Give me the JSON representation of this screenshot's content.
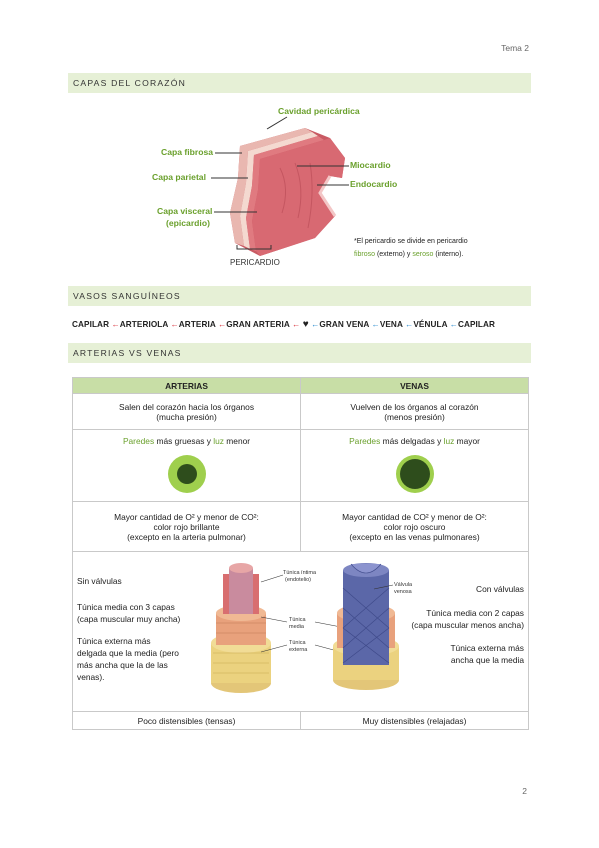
{
  "header": {
    "topic": "Tema 2"
  },
  "page_number": "2",
  "sections": {
    "s1": "CAPAS DEL CORAZÓN",
    "s2": "VASOS SANGUÍNEOS",
    "s3": "ARTERIAS VS VENAS"
  },
  "heart_diagram": {
    "cavidad": "Cavidad pericárdica",
    "fibrosa": "Capa fibrosa",
    "parietal": "Capa parietal",
    "visceral_1": "Capa visceral",
    "visceral_2": "(epicardio)",
    "miocardio": "Miocardio",
    "endocardio": "Endocardio",
    "pericardio": "PERICARDIO",
    "note_line1": "*El pericardio se divide en pericardio",
    "note_fibroso": "fibroso",
    "note_externo": " (externo) y ",
    "note_seroso": "seroso",
    "note_interno": " (interno)."
  },
  "vessel_chain": {
    "capilar1": "CAPILAR",
    "arteriola": "ARTERIOLA",
    "arteria": "ARTERIA",
    "gran_arteria": "GRAN ARTERIA",
    "heart": "♥",
    "gran_vena": "GRAN VENA",
    "vena": "VENA",
    "venula": "VÉNULA",
    "capilar2": "CAPILAR",
    "arrow": "←"
  },
  "comparison": {
    "col_arterias": "ARTERIAS",
    "col_venas": "VENAS",
    "row1_a_1": "Salen del corazón hacia los órganos",
    "row1_a_2": "(mucha presión)",
    "row1_v_1": "Vuelven de los órganos al corazón",
    "row1_v_2": "(menos presión)",
    "row2_word": "Paredes",
    "row2_a_rest": " más gruesas y ",
    "row2_luz": "luz",
    "row2_a_end": " menor",
    "row2_v_rest": " más delgadas y ",
    "row2_v_end": " mayor",
    "row3_a_1": "Mayor cantidad de O² y menor de CO²:",
    "row3_a_2": "color rojo brillante",
    "row3_a_3": "(excepto en la arteria pulmonar)",
    "row3_v_1": "Mayor cantidad de CO² y menor de O²:",
    "row3_v_2": "color rojo oscuro",
    "row3_v_3": "(excepto en las venas pulmonares)",
    "art_sin_valvulas": "Sin válvulas",
    "art_media_1": "Túnica media con 3 capas",
    "art_media_2": "(capa muscular muy ancha)",
    "art_ext_1": "Túnica externa más",
    "art_ext_2": "delgada que la media (pero",
    "art_ext_3": "más ancha que la de las",
    "art_ext_4": "venas).",
    "ven_con_valvulas": "Con válvulas",
    "ven_media_1": "Túnica media con 2 capas",
    "ven_media_2": "(capa muscular menos ancha)",
    "ven_ext_1": "Túnica externa más",
    "ven_ext_2": "ancha que la media",
    "fig_intima_1": "Túnica íntima",
    "fig_intima_2": "(endotelio)",
    "fig_media_1": "Túnica",
    "fig_media_2": "media",
    "fig_externa_1": "Túnica",
    "fig_externa_2": "externa",
    "fig_valvula_1": "Válvula",
    "fig_valvula_2": "venosa",
    "footer_a": "Poco distensibles (tensas)",
    "footer_v": "Muy distensibles (relajadas)"
  }
}
